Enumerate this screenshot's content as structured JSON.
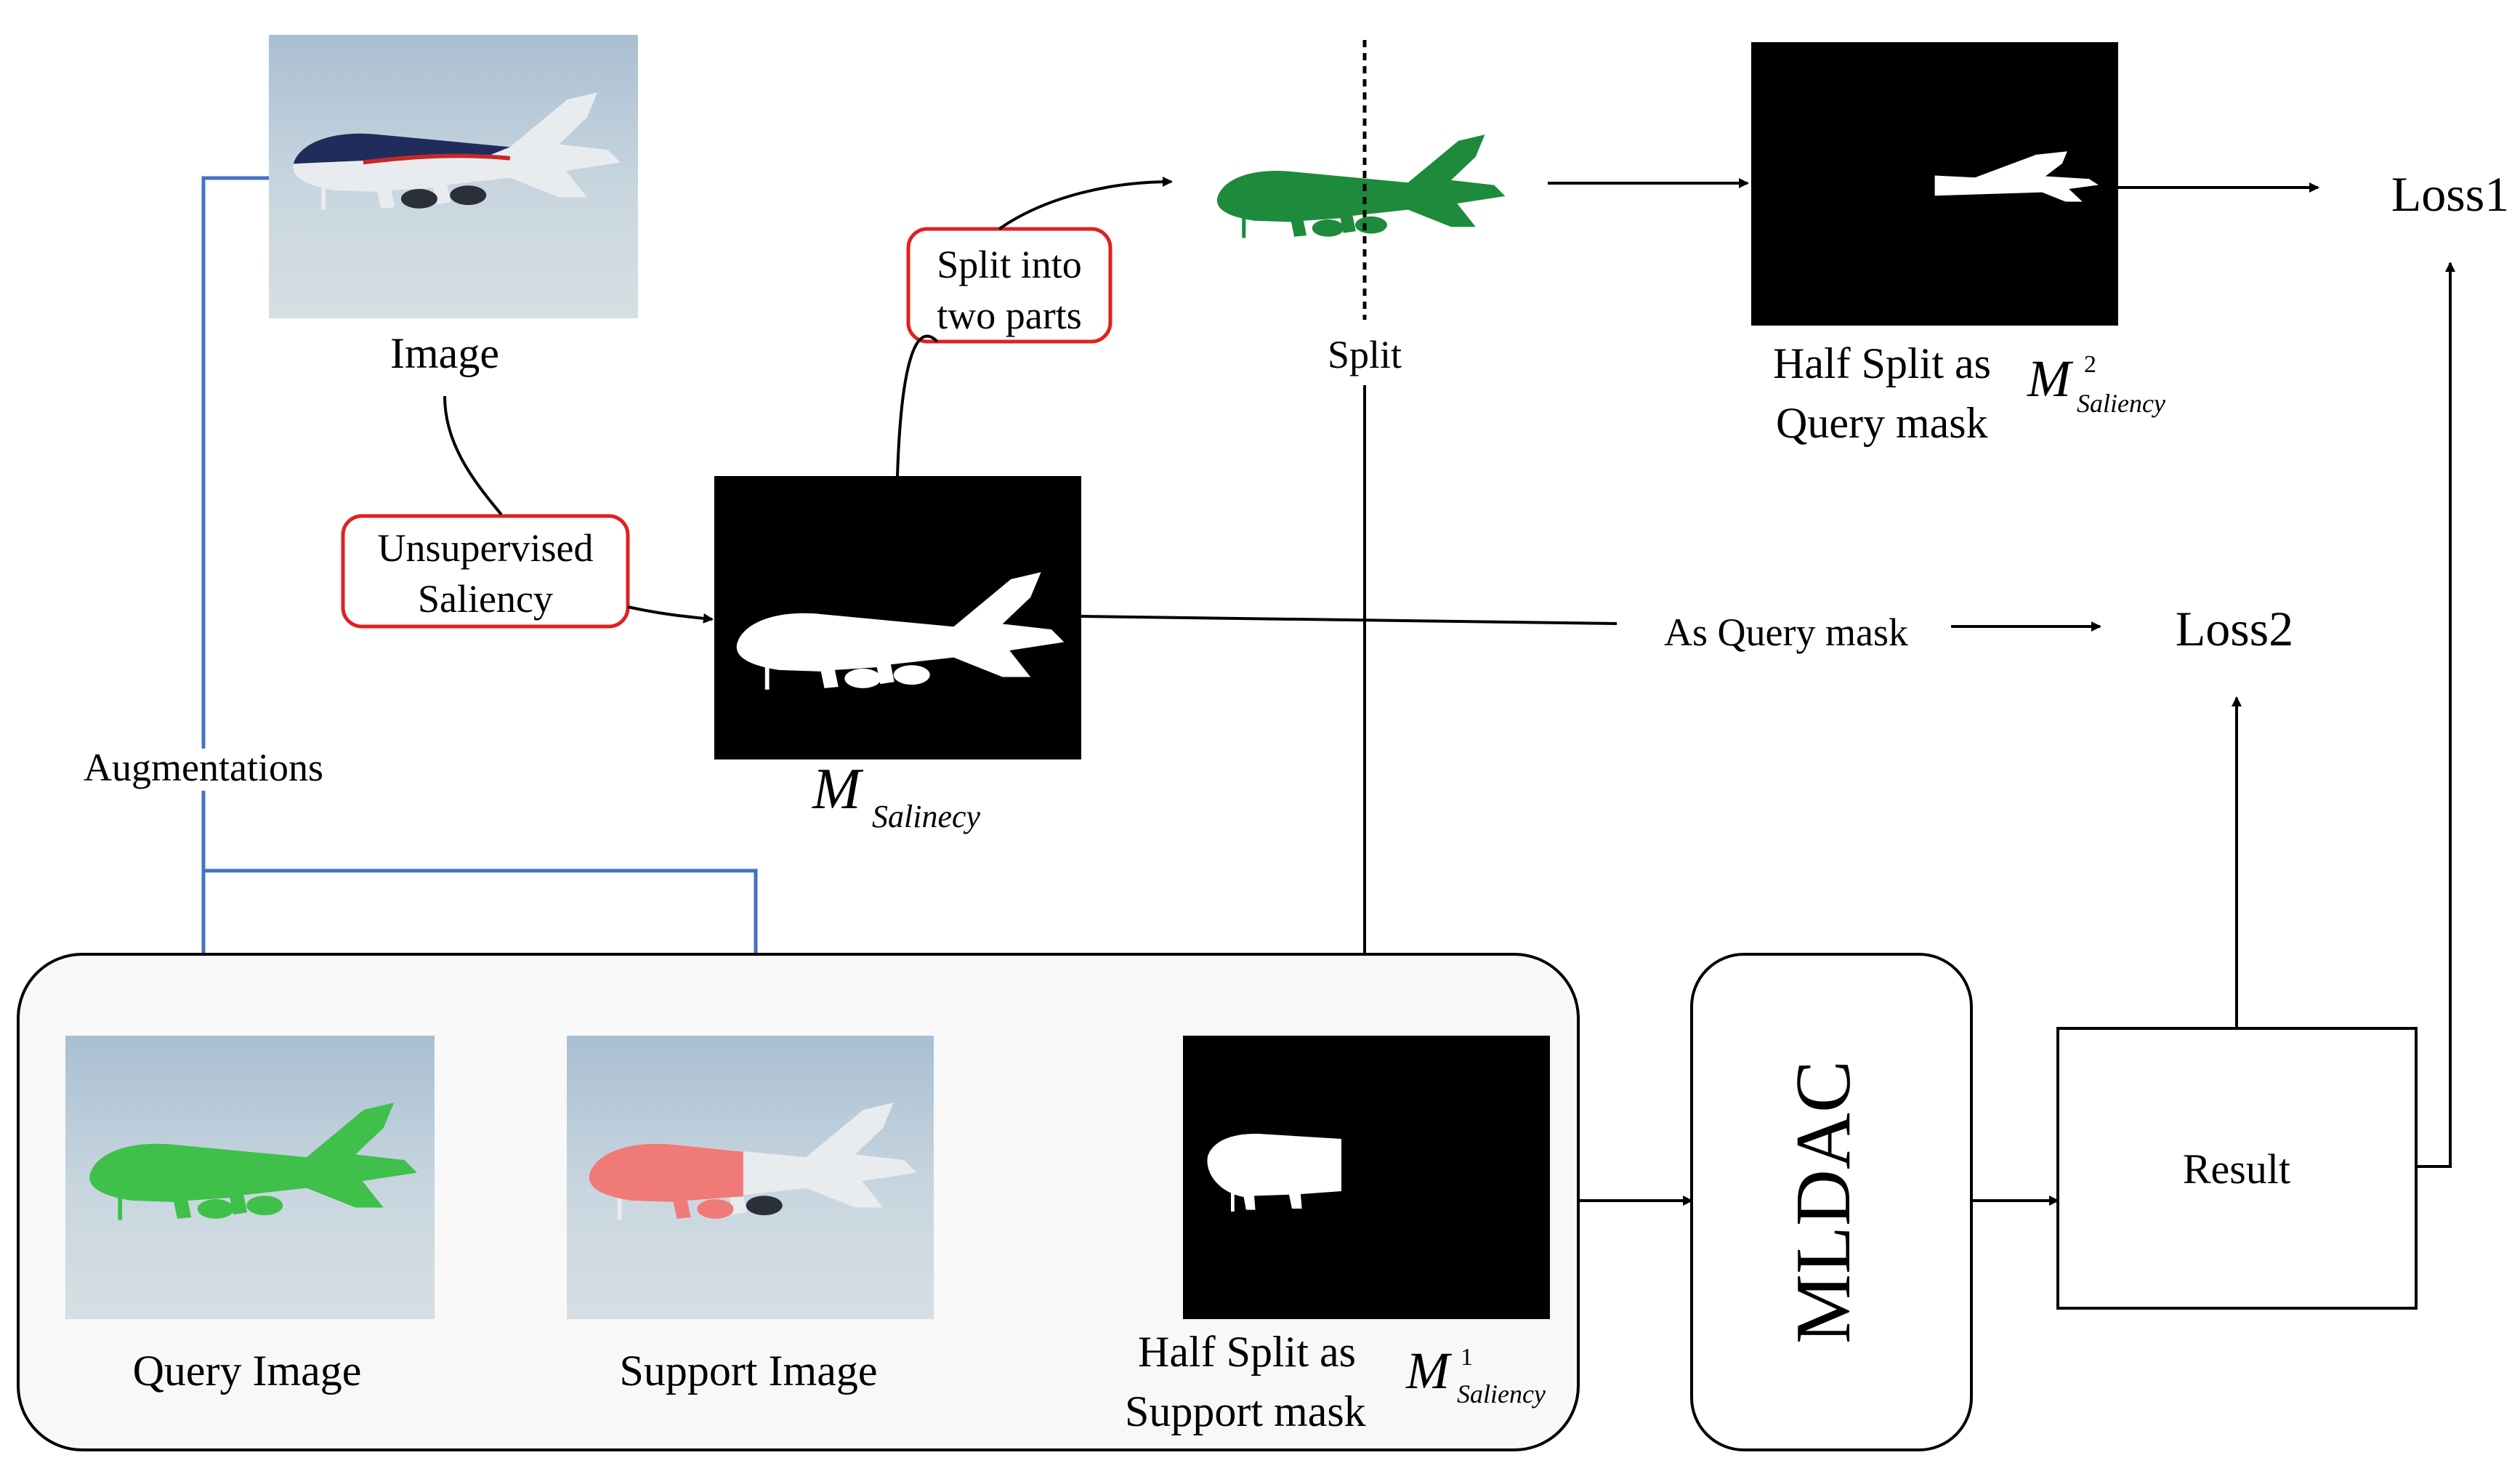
{
  "labels": {
    "image": "Image",
    "split_two_parts_1": "Split into",
    "split_two_parts_2": "two parts",
    "split": "Split",
    "query_mask_1": "Half Split as",
    "query_mask_2": "Query mask",
    "loss1": "Loss1",
    "unsupervised_1": "Unsupervised",
    "unsupervised_2": "Saliency",
    "as_query_mask": "As Query mask",
    "loss2": "Loss2",
    "augmentations": "Augmentations",
    "m": "M",
    "m_sub_salinecy": "Salinecy",
    "m_sub_saliency": "Saliency",
    "sup1": "1",
    "sup2": "2",
    "query_image": "Query Image",
    "support_image": "Support Image",
    "support_mask_1": "Half Split as",
    "support_mask_2": "Support mask",
    "mldac": "MLDAC",
    "result": "Result"
  },
  "colors": {
    "augment_arrow": "#4472c4",
    "red_box": "#e02020",
    "green_plane": "#1e8a3c",
    "red_plane": "#f07a78",
    "group_bg": "#f8f8f8"
  },
  "icons": {
    "photo": "airplane-photo",
    "mask": "airplane-silhouette-mask",
    "green": "green-airplane-silhouette"
  }
}
